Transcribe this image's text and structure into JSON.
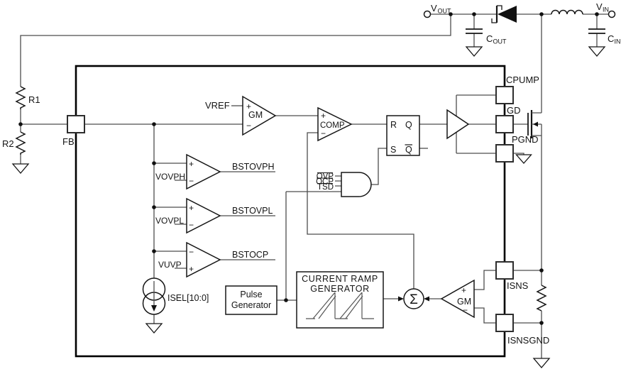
{
  "external": {
    "vout": {
      "base": "V",
      "sub": "OUT"
    },
    "vin": {
      "base": "V",
      "sub": "IN"
    },
    "cout": {
      "base": "C",
      "sub": "OUT"
    },
    "cin": {
      "base": "C",
      "sub": "IN"
    },
    "r1": "R1",
    "r2": "R2"
  },
  "pins": {
    "fb": "FB",
    "cpump": "CPUMP",
    "gd": "GD",
    "pgnd": "PGND",
    "isns": "ISNS",
    "isnsgnd": "ISNSGND"
  },
  "signs": {
    "plus": "+",
    "minus": "−"
  },
  "amps": {
    "error": {
      "label": "GM"
    },
    "pwm": {
      "label": "COMP"
    },
    "sense": {
      "label": "GM"
    }
  },
  "latch": {
    "r": "R",
    "s": "S",
    "q": "Q",
    "qbar": "Q"
  },
  "gate": {
    "ovp": "OVP",
    "ocp": "OCP",
    "tsd": "TSD"
  },
  "blocks": {
    "pulse": {
      "line1": "Pulse",
      "line2": "Generator"
    },
    "ramp": {
      "line1": "CURRENT RAMP",
      "line2": "GENERATOR"
    },
    "summer": "Σ"
  },
  "signals": {
    "vref": "VREF",
    "vovph": "VOVPH",
    "vovpl": "VOVPL",
    "vuvp": "VUVP",
    "bstovph": "BSTOVPH",
    "bstovpl": "BSTOVPL",
    "bstocp": "BSTOCP",
    "isel": "ISEL[10:0]"
  }
}
